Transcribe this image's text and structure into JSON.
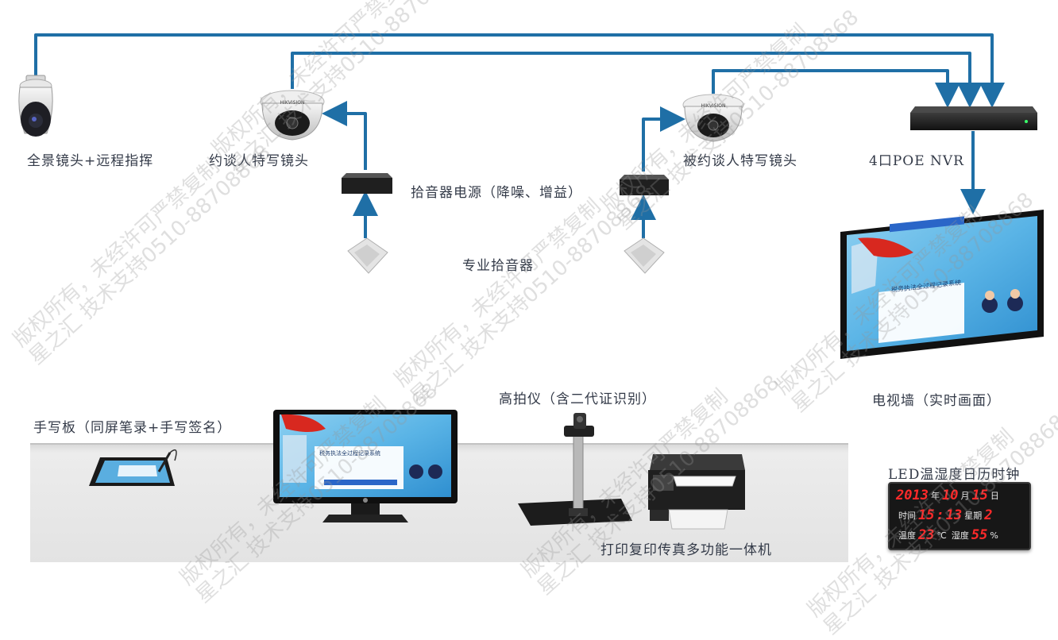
{
  "labels": {
    "panoramic_camera": "全景镜头+远程指挥",
    "interviewer_camera": "约谈人特写镜头",
    "interviewee_camera": "被约谈人特写镜头",
    "nvr": "4口POE NVR",
    "pickup_power": "拾音器电源（降噪、增益）",
    "pickup_mic": "专业拾音器",
    "tv_wall": "电视墙（实时画面）",
    "signature_pad": "手写板（同屏笔录+手写签名）",
    "document_camera": "高拍仪（含二代证识别）",
    "printer": "打印复印传真多功能一体机",
    "led_clock": "LED温湿度日历时钟"
  },
  "screen": {
    "system_title": "税务执法全过程记录系统"
  },
  "led_clock": {
    "year": "2013",
    "year_unit": "年",
    "month": "10",
    "month_unit": "月",
    "day": "15",
    "day_unit": "日",
    "time_label": "时间",
    "hour": "15",
    "minute": "13",
    "weekday_label": "星期",
    "weekday": "2",
    "temp_label": "温度",
    "temp": "23",
    "temp_unit": "℃",
    "humidity_label": "湿度",
    "humidity": "55",
    "humidity_unit": "%"
  },
  "watermark": {
    "line1": "版权所有，未经许可严禁复制",
    "line2": "星之汇 技术支持0510-88708868"
  },
  "colors": {
    "connector": "#1f6fa6",
    "label_text": "#333a48",
    "led_digit": "#ff2a2a",
    "desk": "#e6e6e6"
  }
}
